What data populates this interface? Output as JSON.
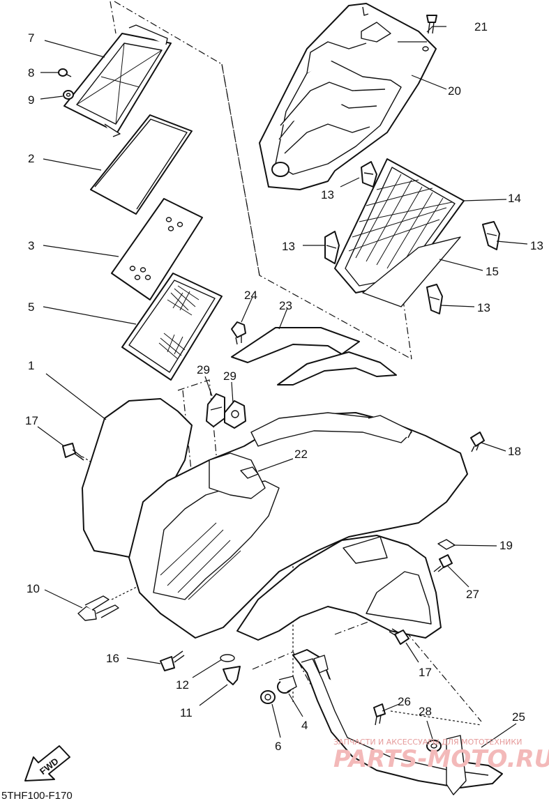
{
  "diagram_code": "5THF100-F170",
  "fwd_label": "FWD",
  "watermark": {
    "line1": "ЗАПЧАСТИ И АКСЕССУАРЫ ДЛЯ МОТОТЕХНИКИ",
    "line2": "PARTS-MOTO.RU"
  },
  "callouts": {
    "c1": "1",
    "c2": "2",
    "c3": "3",
    "c4": "4",
    "c5": "5",
    "c6": "6",
    "c7": "7",
    "c8": "8",
    "c9": "9",
    "c10": "10",
    "c11": "11",
    "c12": "12",
    "c13a": "13",
    "c13b": "13",
    "c13c": "13",
    "c13d": "13",
    "c14": "14",
    "c15": "15",
    "c16": "16",
    "c17a": "17",
    "c17b": "17",
    "c18": "18",
    "c19": "19",
    "c20": "20",
    "c21": "21",
    "c22": "22",
    "c23": "23",
    "c24": "24",
    "c25": "25",
    "c26": "26",
    "c27": "27",
    "c28": "28",
    "c29a": "29",
    "c29b": "29"
  }
}
